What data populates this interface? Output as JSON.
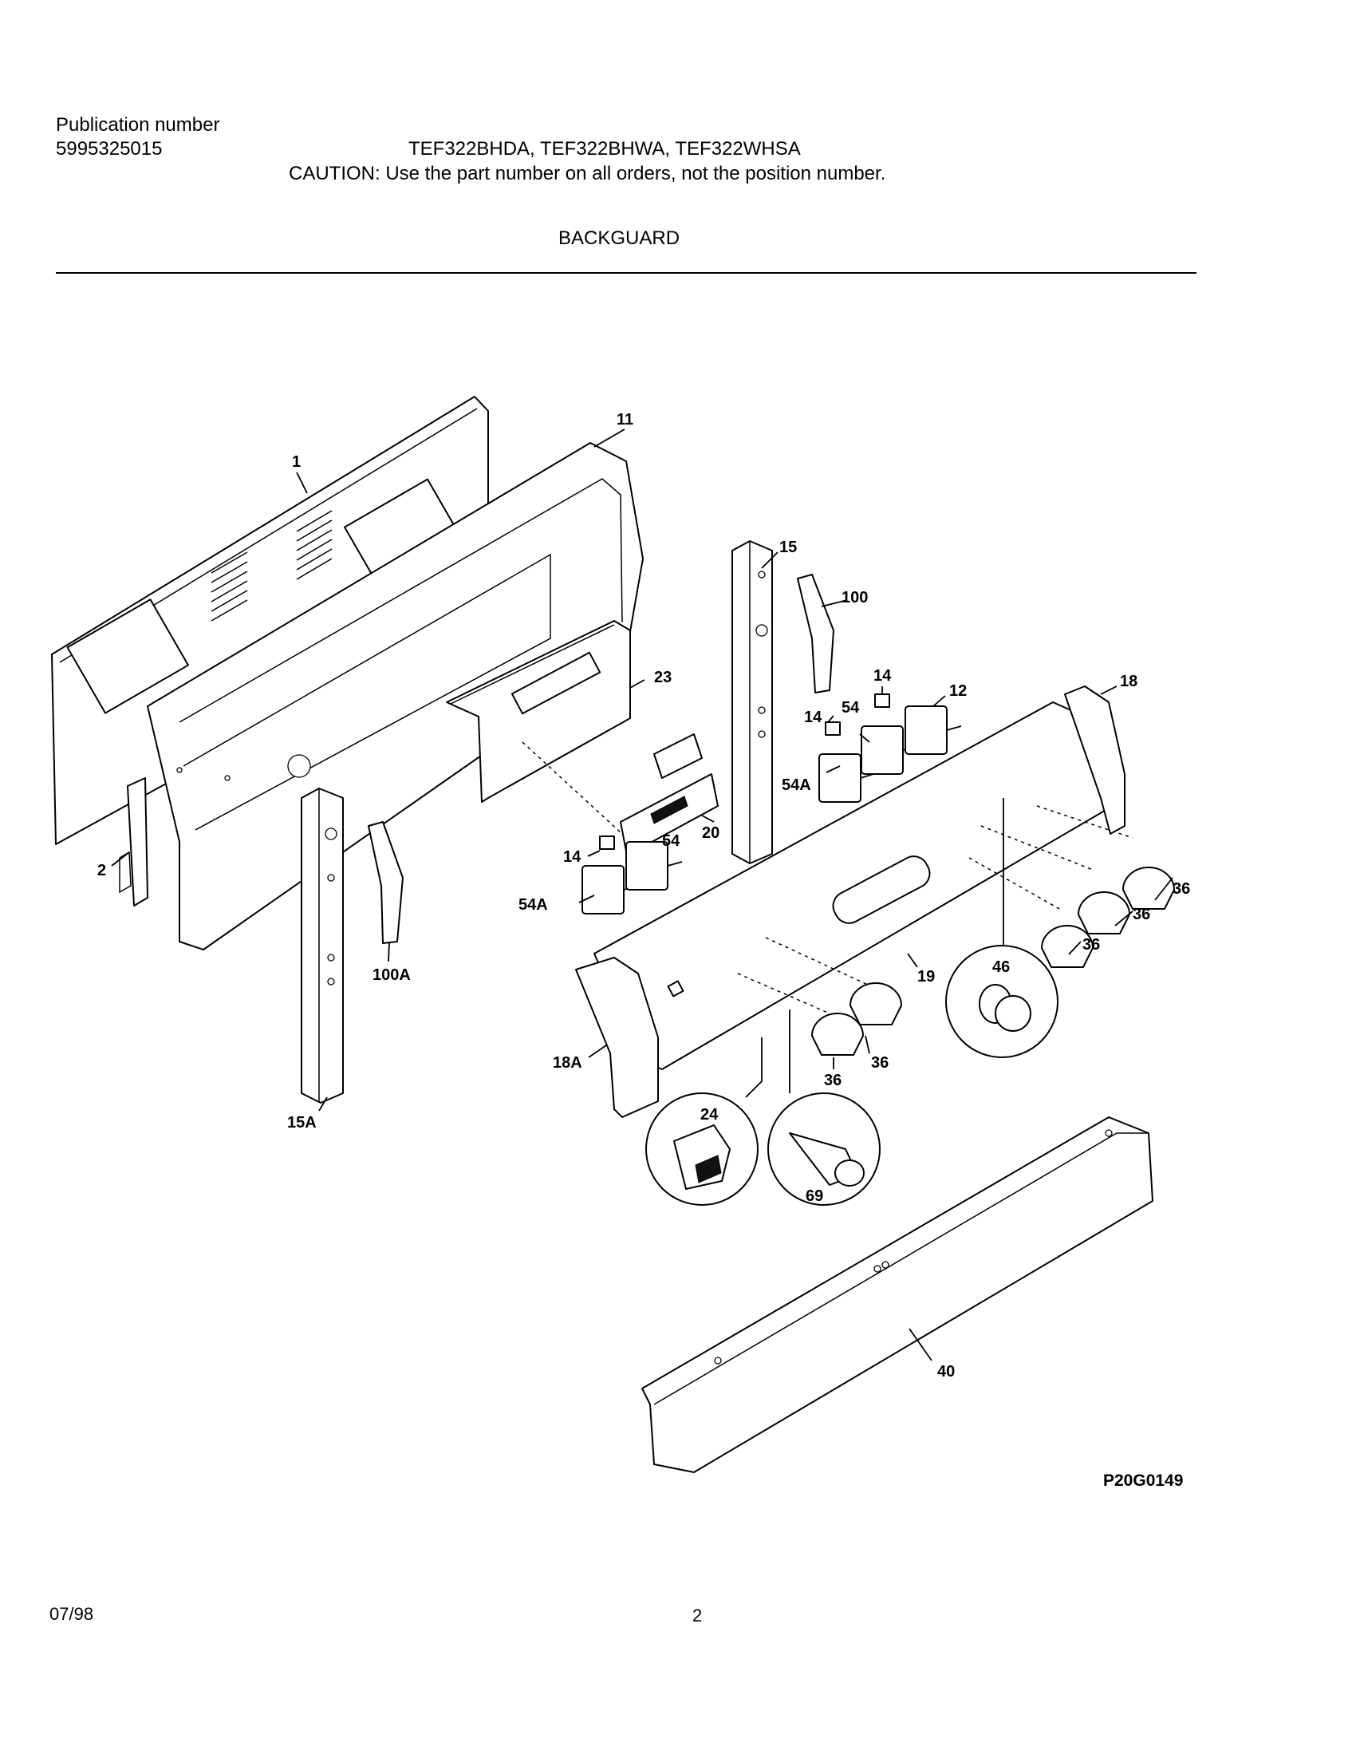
{
  "header": {
    "publication_label": "Publication number",
    "publication_number": "5995325015",
    "models": "TEF322BHDA, TEF322BHWA, TEF322WHSA",
    "caution": "CAUTION:  Use the part number on all orders, not the position number.",
    "section_title": "BACKGUARD"
  },
  "diagram": {
    "figure_id": "P20G0149",
    "callouts": [
      "1",
      "11",
      "2",
      "15",
      "100",
      "23",
      "14",
      "54",
      "12",
      "18",
      "54A",
      "20",
      "100A",
      "36",
      "46",
      "19",
      "18A",
      "24",
      "69",
      "15A",
      "40"
    ]
  },
  "footer": {
    "date": "07/98",
    "page": "2"
  }
}
